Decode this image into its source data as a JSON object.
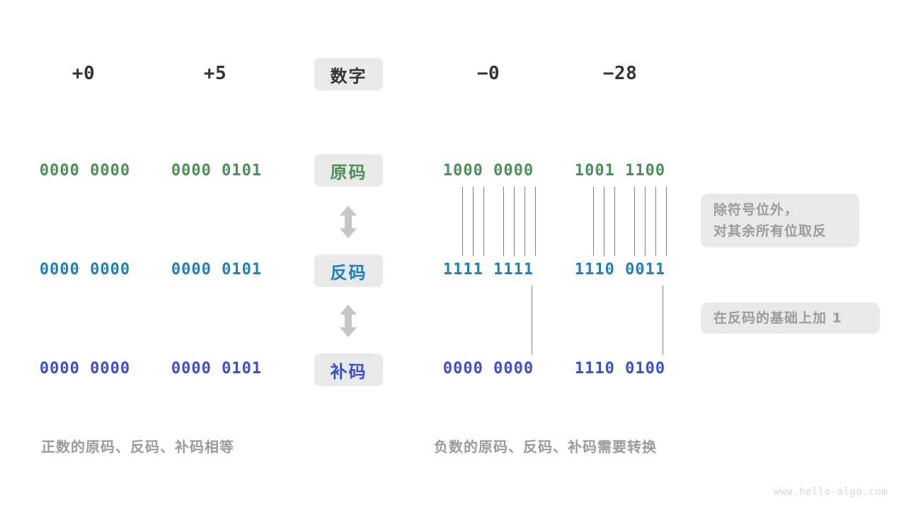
{
  "diagram": {
    "title_row_label": "数字",
    "columns": [
      {
        "key": "pos_zero",
        "header": "+0"
      },
      {
        "key": "pos_five",
        "header": "+5"
      },
      {
        "key": "neg_zero",
        "header": "−0"
      },
      {
        "key": "neg_28",
        "header": "−28"
      }
    ],
    "row_labels": [
      {
        "key": "sign_magnitude",
        "label": "原码",
        "color": "#4a9058"
      },
      {
        "key": "ones_complement",
        "label": "反码",
        "color": "#1e7fc0"
      },
      {
        "key": "twos_complement",
        "label": "补码",
        "color": "#3a4fd0"
      }
    ],
    "cells": {
      "sign_magnitude": {
        "pos_zero": "0000 0000",
        "pos_five": "0000 0101",
        "neg_zero": "1000 0000",
        "neg_28": "1001 1100"
      },
      "ones_complement": {
        "pos_zero": "0000 0000",
        "pos_five": "0000 0101",
        "neg_zero": "1111 1111",
        "neg_28": "1110 0011"
      },
      "twos_complement": {
        "pos_zero": "0000 0000",
        "pos_five": "0000 0101",
        "neg_zero": "0000 0000",
        "neg_28": "1110 0100"
      }
    },
    "notes": [
      {
        "key": "invert_note",
        "lines": [
          "除符号位外，",
          "对其余所有位取反"
        ]
      },
      {
        "key": "add_one_note",
        "lines": [
          "在反码的基础上加 1"
        ]
      }
    ],
    "captions": [
      {
        "key": "positive_caption",
        "text": "正数的原码、反码、补码相等"
      },
      {
        "key": "negative_caption",
        "text": "负数的原码、反码、补码需要转换"
      }
    ],
    "watermark": "www.hello-algo.com",
    "colors": {
      "green": "#4a9058",
      "blue": "#1e7fc0",
      "indigo": "#3a4fd0",
      "chip_bg": "#e9e9e9",
      "note_text": "#9b9b9b",
      "connector": "#808080",
      "arrow": "#c6c6c6",
      "background": "#ffffff"
    }
  },
  "chart_data": {
    "type": "table",
    "title": "数字的原码、反码、补码对照",
    "categories": [
      "+0",
      "+5",
      "−0",
      "−28"
    ],
    "row_labels": [
      "原码",
      "反码",
      "补码"
    ],
    "rows": [
      {
        "name": "原码",
        "values": [
          "0000 0000",
          "0000 0101",
          "1000 0000",
          "1001 1100"
        ]
      },
      {
        "name": "反码",
        "values": [
          "0000 0000",
          "0000 0101",
          "1111 1111",
          "1110 0011"
        ]
      },
      {
        "name": "补码",
        "values": [
          "0000 0000",
          "0000 0101",
          "0000 0000",
          "1110 0100"
        ]
      }
    ],
    "annotations": [
      "除符号位外，对其余所有位取反",
      "在反码的基础上加 1",
      "正数的原码、反码、补码相等",
      "负数的原码、反码、补码需要转换"
    ],
    "xlabel": "",
    "ylabel": "",
    "grid": false,
    "legend": "none"
  }
}
